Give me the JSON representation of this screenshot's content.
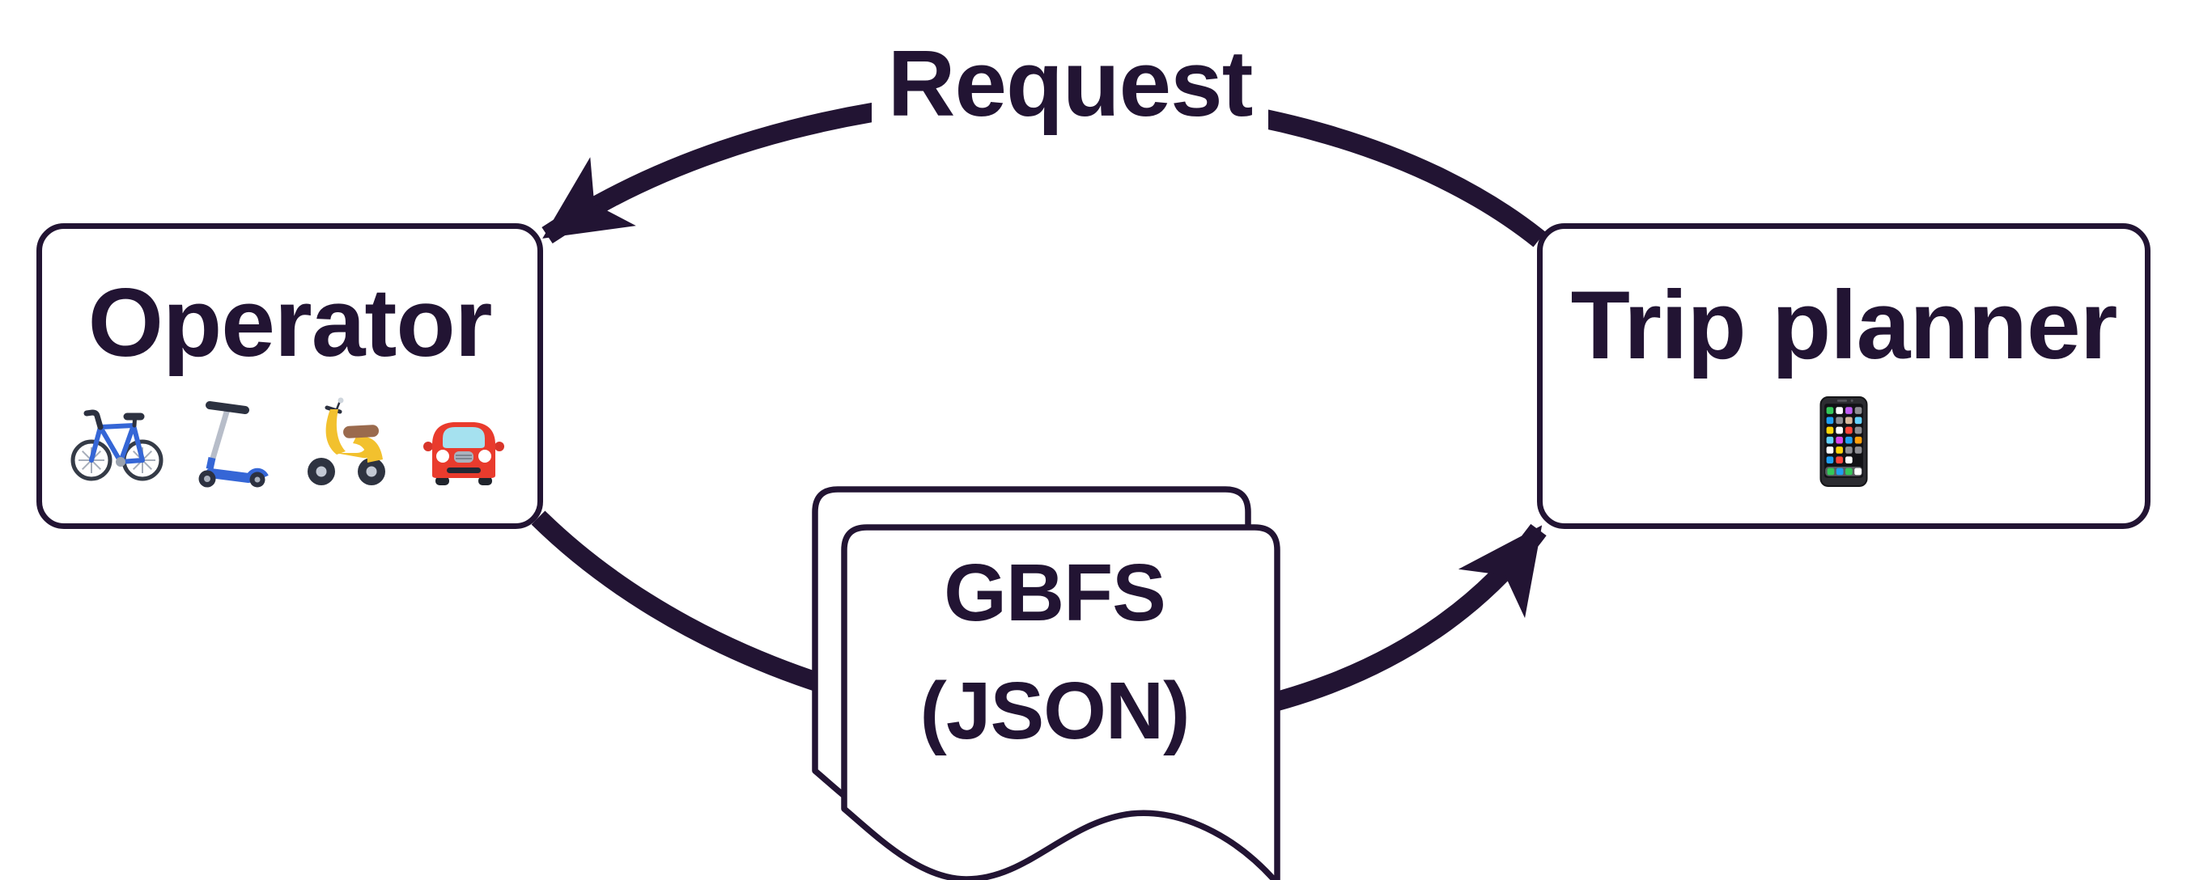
{
  "colors": {
    "ink": "#221433",
    "paper": "#ffffff",
    "bicycle_blue": "#3566d6",
    "moto_yellow": "#f2c12e",
    "car_red": "#e93b2d",
    "seat_brown": "#9a6a4d",
    "phone_body": "#2c2c31"
  },
  "operator": {
    "label": "Operator",
    "icons": [
      "bicycle-icon",
      "kick-scooter-icon",
      "motor-scooter-icon",
      "car-icon"
    ]
  },
  "trip_planner": {
    "label": "Trip planner",
    "icons": [
      "mobile-phone-icon"
    ]
  },
  "request_edge": {
    "label": "Request",
    "from": "trip_planner",
    "to": "operator"
  },
  "feed_edge": {
    "label": [
      "GBFS",
      "(JSON)"
    ],
    "from": "operator",
    "to": "trip_planner",
    "shape": "document"
  }
}
